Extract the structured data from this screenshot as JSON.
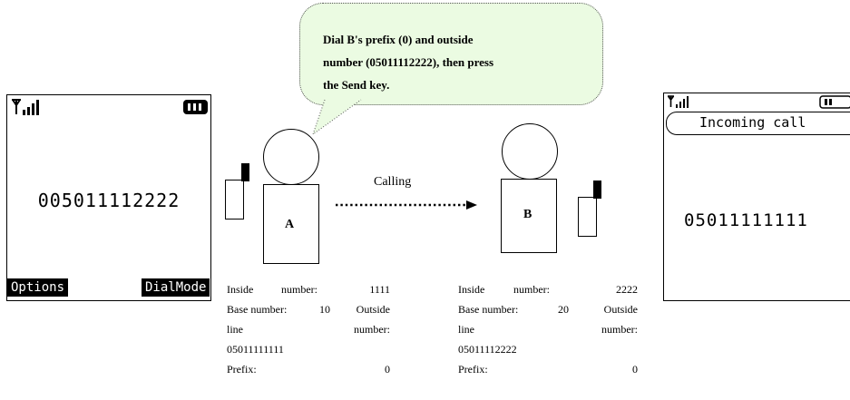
{
  "left_phone": {
    "number": "005011112222",
    "softkey_left": "Options",
    "softkey_right": "DialMode"
  },
  "right_phone": {
    "header": "Incoming call",
    "number": "05011111111"
  },
  "bubble": {
    "line1": "Dial B's prefix (0) and outside",
    "line2": "number (05011112222), then press",
    "line3": "the Send key."
  },
  "person_a": {
    "label": "A",
    "info": {
      "r1_left": "Inside",
      "r1_mid": "number:",
      "r1_right": "1111",
      "r2_left": "Base number:",
      "r2_mid": "10",
      "r2_right": "Outside",
      "r3_left": "line",
      "r3_right": "number:",
      "r4": "05011111111",
      "r5_left": "Prefix:",
      "r5_right": "0"
    }
  },
  "person_b": {
    "label": "B",
    "info": {
      "r1_left": "Inside",
      "r1_mid": "number:",
      "r1_right": "2222",
      "r2_left": "Base number:",
      "r2_mid": "20",
      "r2_right": "Outside",
      "r3_left": "line",
      "r3_right": "number:",
      "r4": "05011112222",
      "r5_left": "Prefix:",
      "r5_right": "0"
    }
  },
  "arrow": {
    "label": "Calling"
  }
}
